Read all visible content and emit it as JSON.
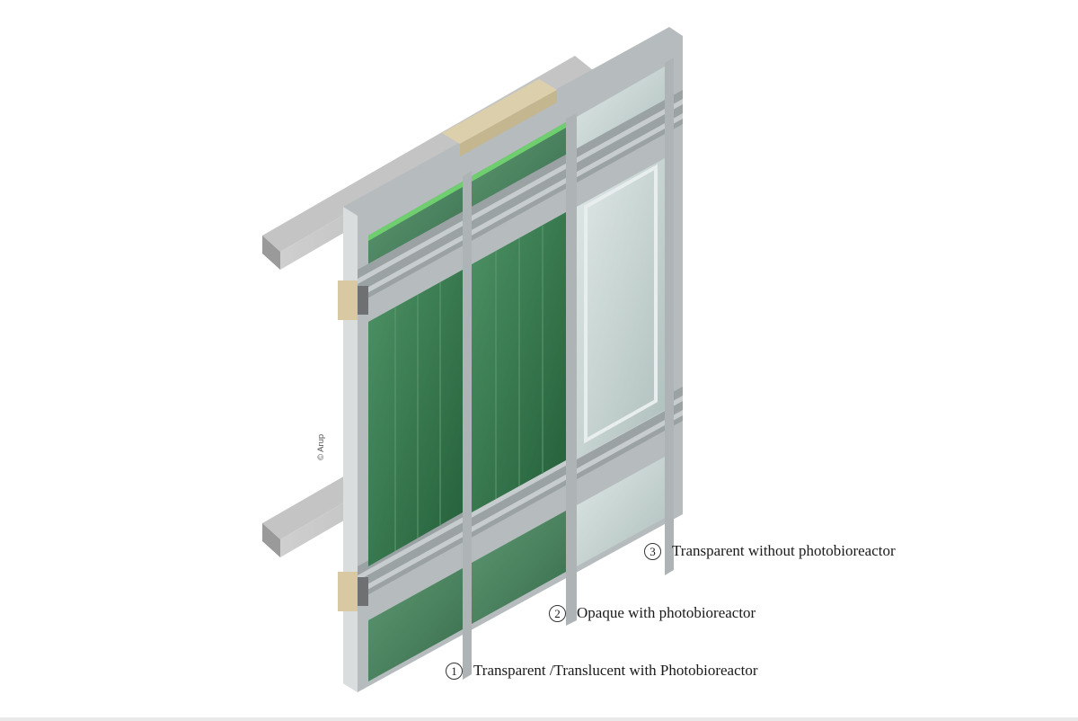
{
  "diagram": {
    "credit": "© Arup",
    "legend": [
      {
        "number": "3",
        "label": "Transparent without photobioreactor"
      },
      {
        "number": "2",
        "label": "Opaque with photobioreactor"
      },
      {
        "number": "1",
        "label": "Transparent /Translucent with Photobioreactor"
      }
    ],
    "colors": {
      "glass_green": "#2f7a4a",
      "frame_grey": "#a9afb1",
      "slab_grey": "#b8b8b8",
      "clear_glass": "#c9d6d4",
      "insulation_tan": "#d9cda9"
    }
  }
}
